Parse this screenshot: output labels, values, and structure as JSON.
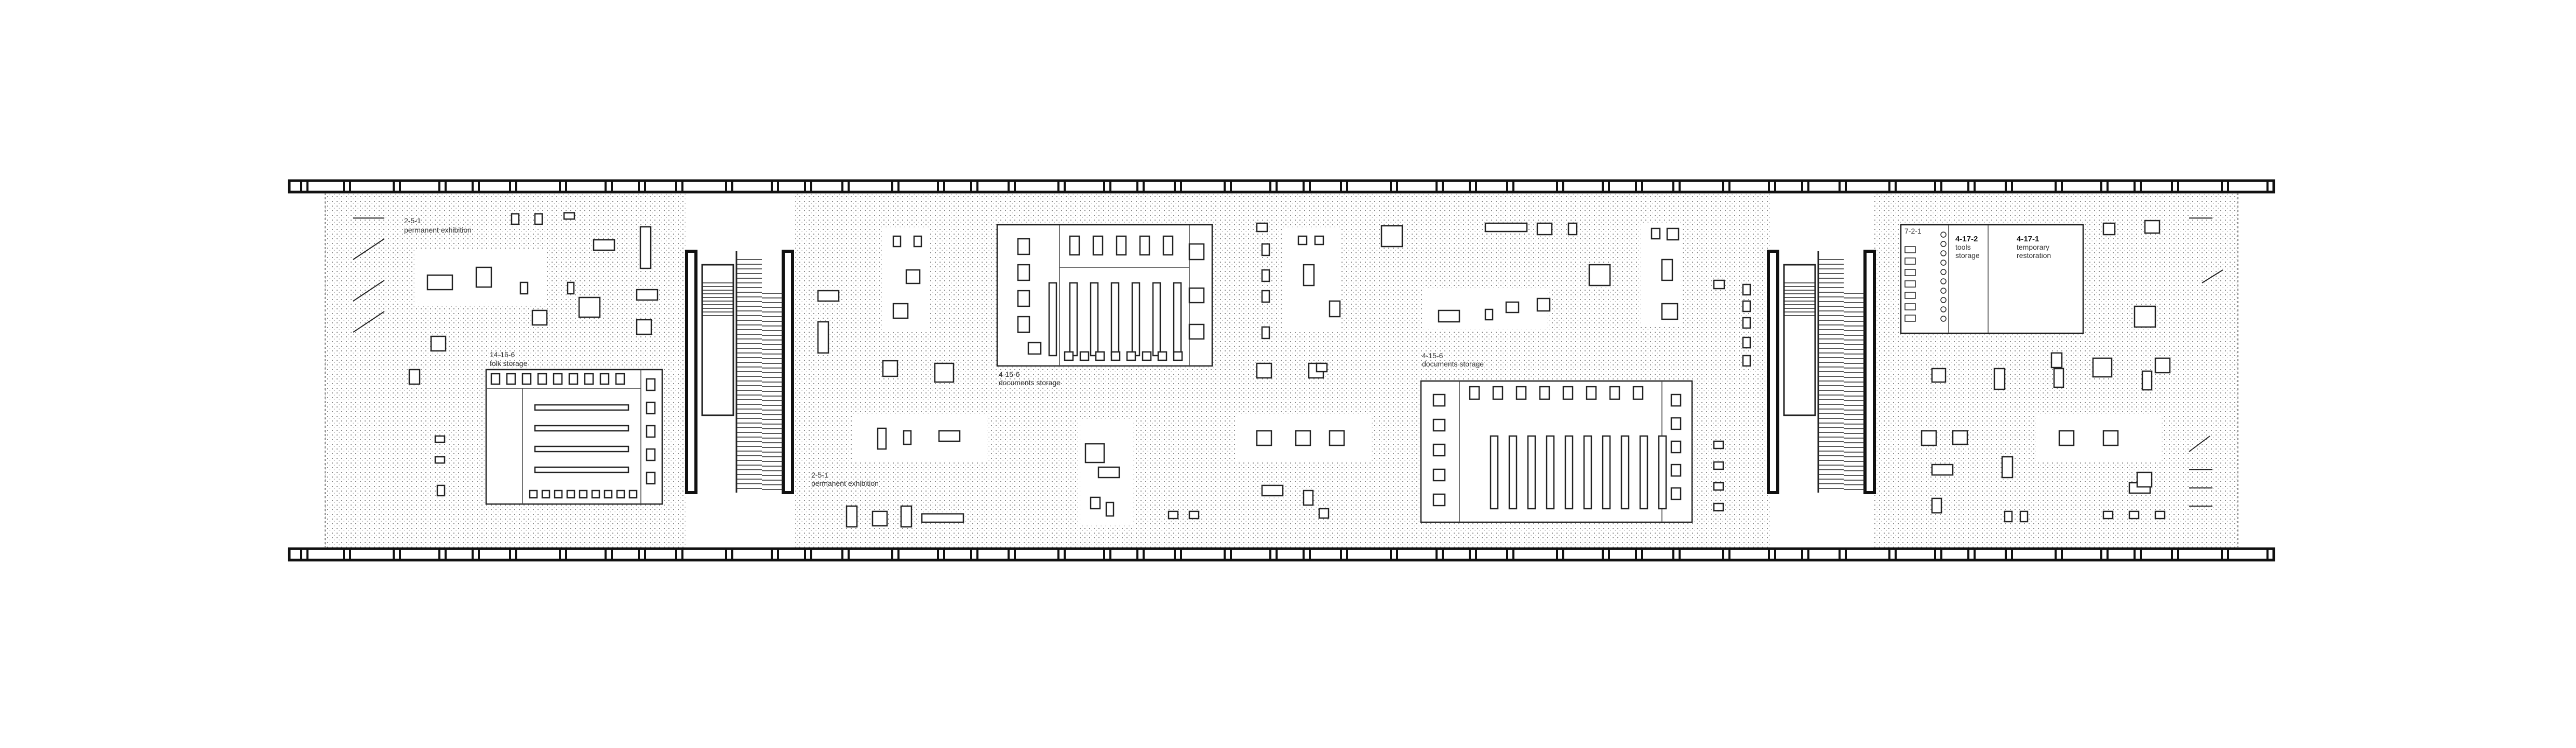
{
  "drawing": {
    "type": "floor-plan",
    "colors": {
      "line": "#222222",
      "stipple": "#9a9a9a",
      "background": "#ffffff"
    }
  },
  "rooms": [
    {
      "code": "2-5-1",
      "name": "permanent exhibition"
    },
    {
      "code": "14-15-6",
      "name": "folk storage"
    },
    {
      "code": "4-15-6",
      "name": "documents storage"
    },
    {
      "code": "2-5-1",
      "name": "permanent exhibition"
    },
    {
      "code": "4-15-6",
      "name": "documents storage"
    },
    {
      "code": "7-2-1",
      "name": ""
    },
    {
      "code": "4-17-2",
      "name_line1": "tools",
      "name_line2": "storage"
    },
    {
      "code": "4-17-1",
      "name_line1": "temporary",
      "name_line2": "restoration"
    }
  ]
}
